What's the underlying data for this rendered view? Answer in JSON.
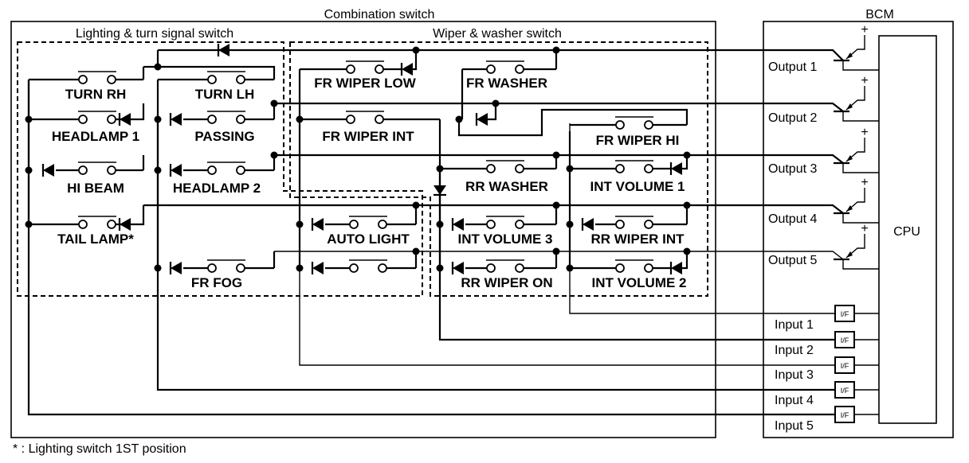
{
  "combination_switch": {
    "title": "Combination switch",
    "lighting_group": {
      "title": "Lighting & turn signal switch",
      "switches": [
        "TURN RH",
        "TURN LH",
        "HEADLAMP 1",
        "PASSING",
        "HI BEAM",
        "HEADLAMP 2",
        "TAIL LAMP*",
        "FR FOG",
        "AUTO LIGHT"
      ]
    },
    "wiper_group": {
      "title": "Wiper & washer switch",
      "switches": [
        "FR WIPER LOW",
        "FR WASHER",
        "FR WIPER INT",
        "FR WIPER HI",
        "RR WASHER",
        "INT VOLUME 1",
        "INT VOLUME 3",
        "RR WIPER INT",
        "RR WIPER ON",
        "INT VOLUME 2"
      ]
    }
  },
  "bcm": {
    "title": "BCM",
    "cpu_label": "CPU",
    "outputs": [
      "Output 1",
      "Output 2",
      "Output 3",
      "Output 4",
      "Output 5"
    ],
    "inputs": [
      "Input 1",
      "Input 2",
      "Input 3",
      "Input 4",
      "Input 5"
    ],
    "interface_label": "I/F",
    "supply_symbol": "+"
  },
  "footnote": "* : Lighting switch 1ST position"
}
